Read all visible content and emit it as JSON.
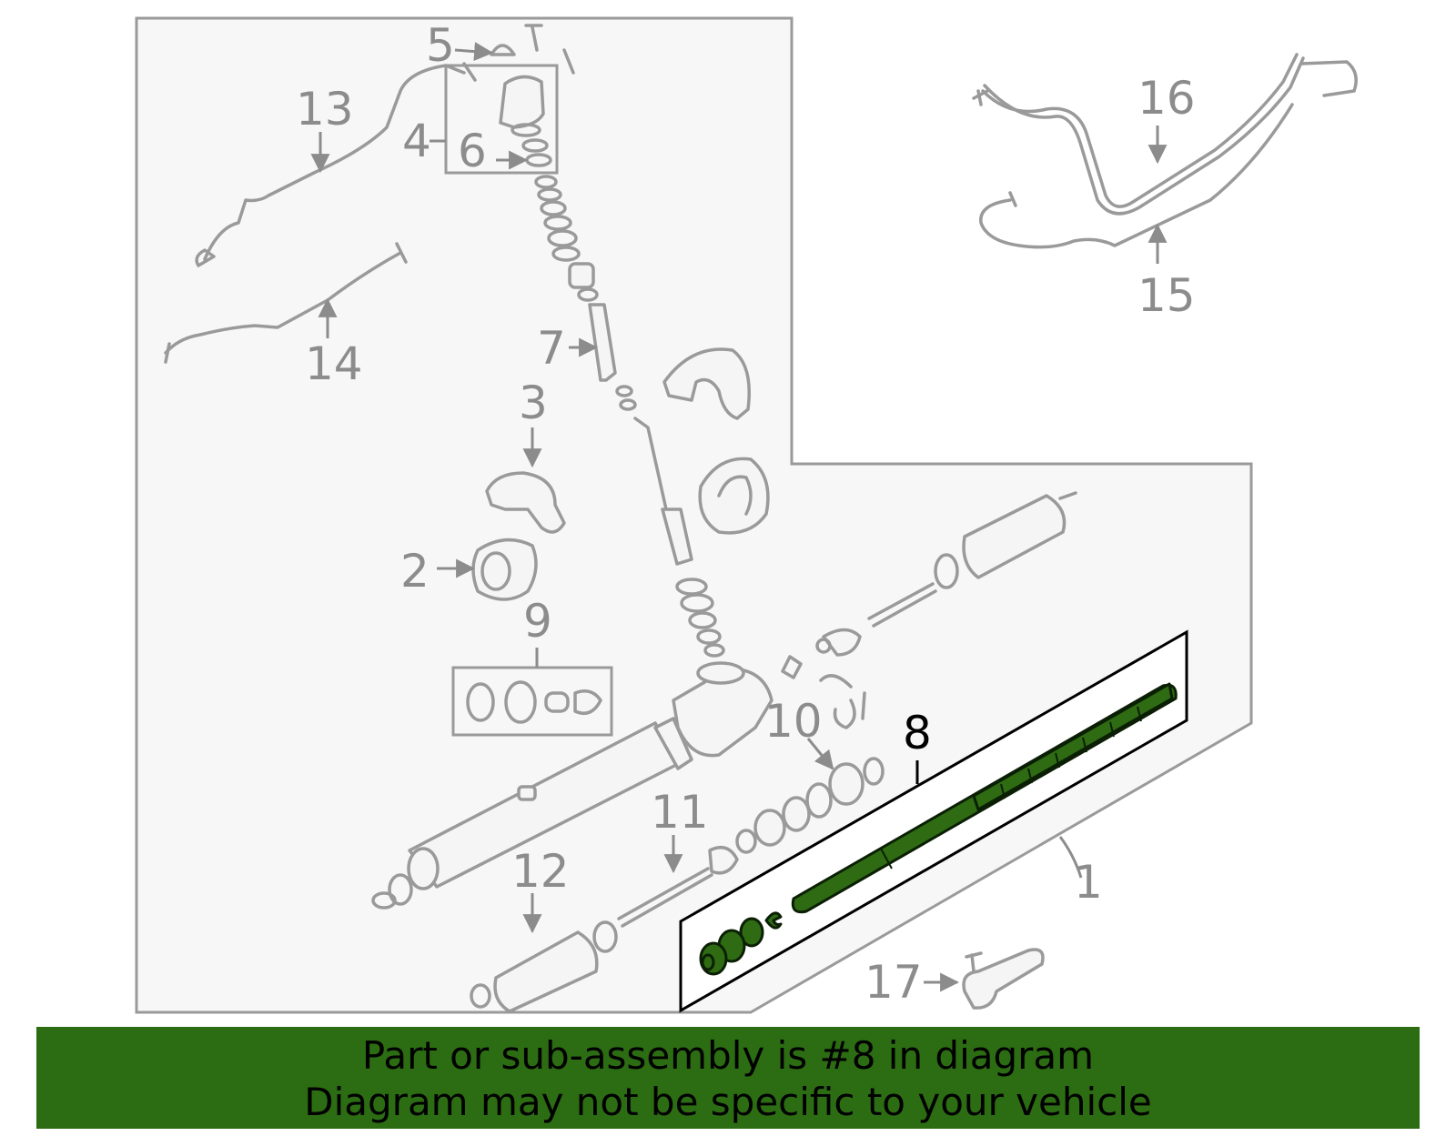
{
  "diagram": {
    "callouts": [
      "1",
      "2",
      "3",
      "4",
      "5",
      "6",
      "7",
      "8",
      "9",
      "10",
      "11",
      "12",
      "13",
      "14",
      "15",
      "16",
      "17"
    ],
    "highlighted_callout": "8",
    "colors": {
      "highlight": "#2e6b12",
      "banner": "#2c6c12",
      "outline": "#9a9a9a",
      "panel": "#f7f7f7"
    }
  },
  "banner": {
    "line1": "Part or sub-assembly is #8 in diagram",
    "line2": "Diagram may not be specific to your vehicle"
  }
}
